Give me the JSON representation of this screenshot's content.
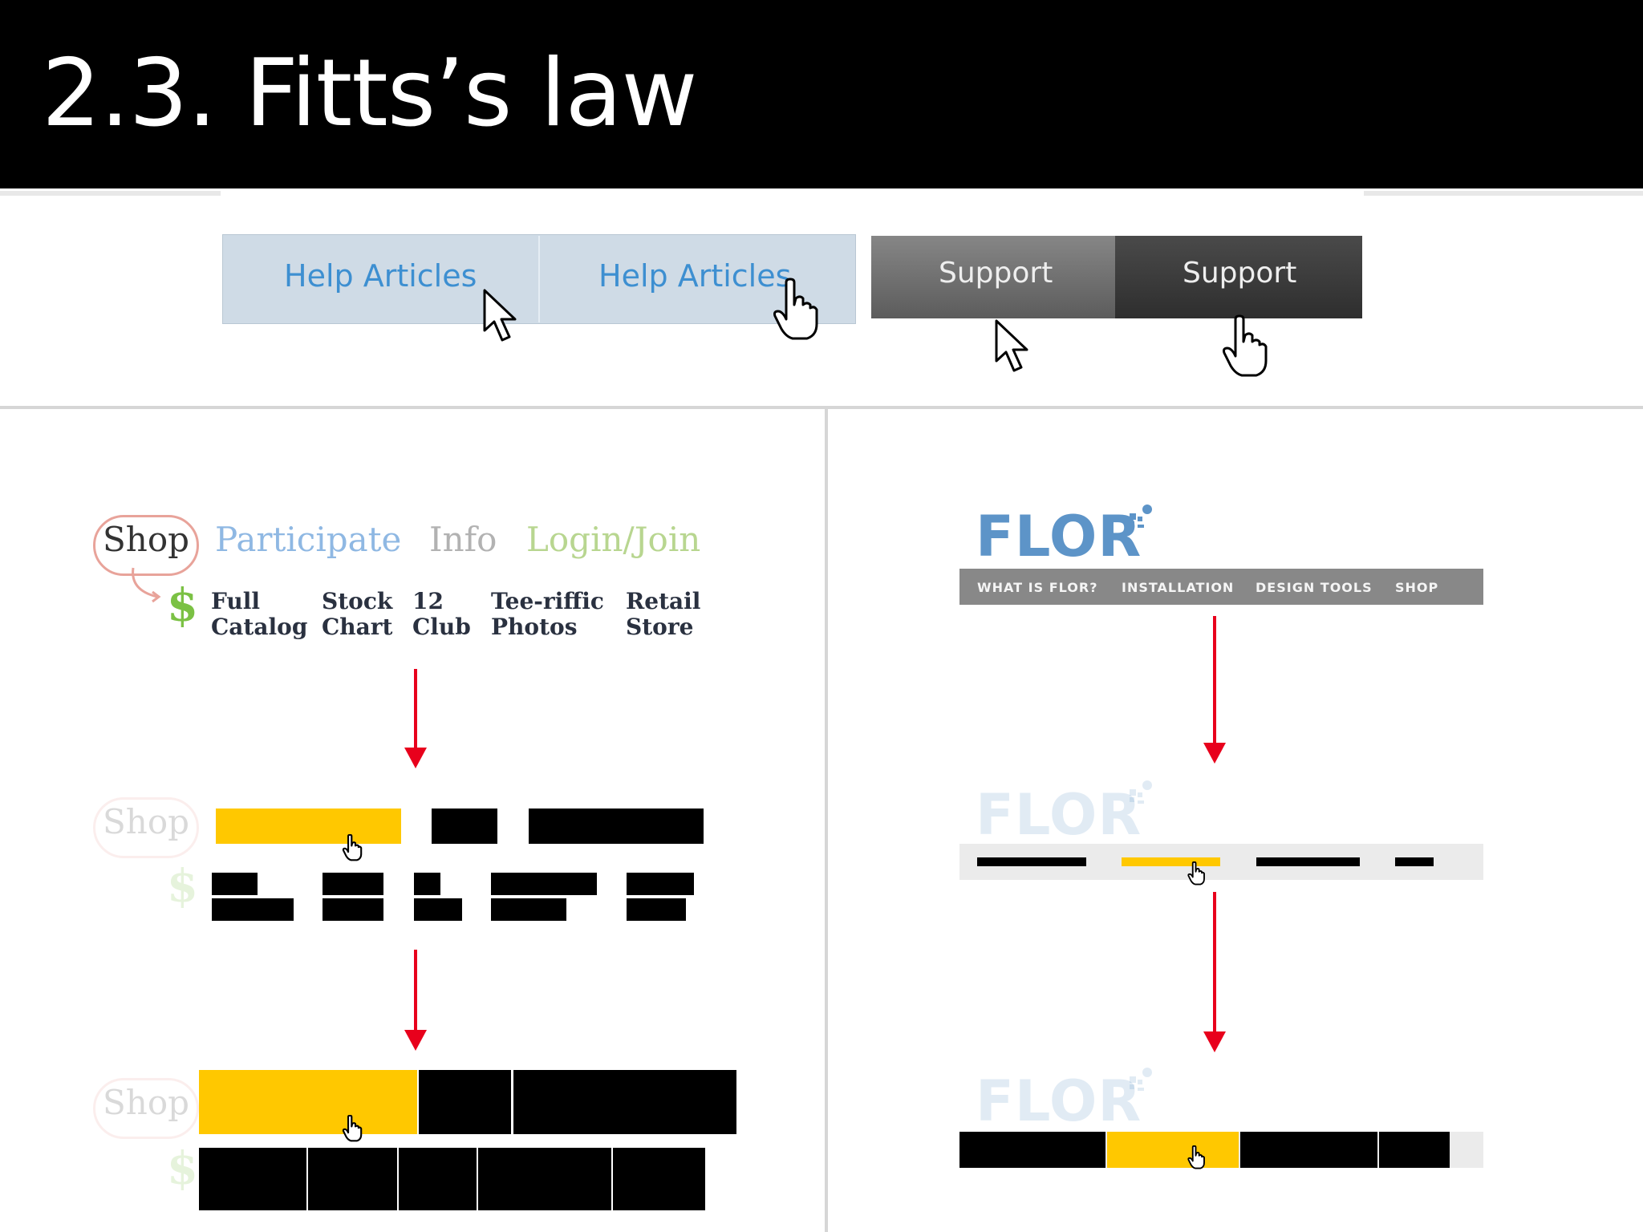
{
  "slide": {
    "title": "2.3. Fitts’s law"
  },
  "buttons": {
    "help_left": "Help Articles",
    "help_right": "Help Articles",
    "support_left": "Support",
    "support_right": "Support"
  },
  "left_demo": {
    "shop": "Shop",
    "nav": {
      "participate": "Participate",
      "info": "Info",
      "login": "Login/Join"
    },
    "submenu": [
      {
        "line1": "Full",
        "line2": "Catalog"
      },
      {
        "line1": "Stock",
        "line2": "Chart"
      },
      {
        "line1": "12",
        "line2": "Club"
      },
      {
        "line1": "Tee-riffic",
        "line2": "Photos"
      },
      {
        "line1": "Retail",
        "line2": "Store"
      }
    ],
    "dollar": "$"
  },
  "right_demo": {
    "logo": "FLOR",
    "nav": [
      "WHAT IS FLOR?",
      "INSTALLATION",
      "DESIGN TOOLS",
      "SHOP"
    ]
  },
  "colors": {
    "highlight": "#ffc800",
    "arrow": "#e8001c",
    "flor_blue": "#5d94c8"
  },
  "icons": {
    "arrow_cursor": "arrow-pointer-icon",
    "hand_cursor": "hand-pointer-icon"
  }
}
